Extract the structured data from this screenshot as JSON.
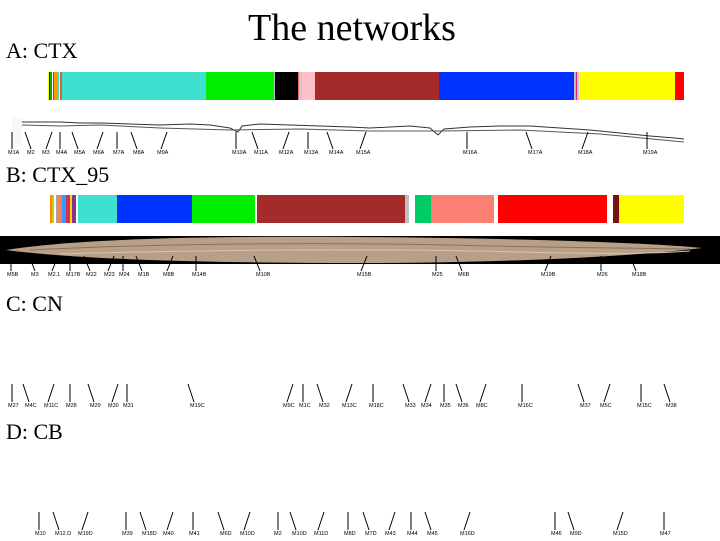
{
  "title": "The networks",
  "sections": [
    {
      "id": "A",
      "label": "A: CTX",
      "segments": [
        [
          "#ffffff",
          2
        ],
        [
          "#ffff00",
          1
        ],
        [
          "#1a1aa0",
          1
        ],
        [
          "#00aa00",
          1
        ],
        [
          "#ffffff",
          1
        ],
        [
          "#3a60d0",
          1
        ],
        [
          "#ff9900",
          4
        ],
        [
          "#40e0d0",
          1
        ],
        [
          "#ffffff",
          1
        ],
        [
          "#cc6633",
          1
        ],
        [
          "#40e0d0",
          130
        ],
        [
          "#00ee00",
          61
        ],
        [
          "#c0c0c0",
          1
        ],
        [
          "#000000",
          21
        ],
        [
          "#ff6666",
          1
        ],
        [
          "#c8c8c8",
          2
        ],
        [
          "#ffc0cb",
          12
        ],
        [
          "#a52a2a",
          112
        ],
        [
          "#0033ff",
          121
        ],
        [
          "#bbbbbb",
          2
        ],
        [
          "#dd2277",
          1
        ],
        [
          "#c8c8c8",
          2
        ],
        [
          "#ffff00",
          86
        ],
        [
          "#ff0000",
          8
        ]
      ],
      "modules": [
        "M1A",
        "M2",
        "M3",
        "M4A",
        "M5A",
        "M6A",
        "M7A",
        "M8A",
        "M9A",
        "M10A",
        "M11A",
        "M12A",
        "M13A",
        "M14A",
        "M15A",
        "M16A",
        "M17A",
        "M18A",
        "M19A"
      ]
    },
    {
      "id": "B",
      "label": "B: CTX_95",
      "segments": [
        [
          "#ffffff",
          2
        ],
        [
          "#ff8800",
          1
        ],
        [
          "#cccc00",
          1
        ],
        [
          "#ffffff",
          1
        ],
        [
          "#9aa7b0",
          1
        ],
        [
          "#ff7f50",
          2
        ],
        [
          "#3399ff",
          2
        ],
        [
          "#cc3366",
          2
        ],
        [
          "#ffd700",
          1
        ],
        [
          "#883388",
          2
        ],
        [
          "#ffffff",
          1
        ],
        [
          "#40e0d0",
          20
        ],
        [
          "#0033ff",
          38
        ],
        [
          "#00ee00",
          32
        ],
        [
          "#ffffff",
          1
        ],
        [
          "#a52a2a",
          75
        ],
        [
          "#c0c0c0",
          2
        ],
        [
          "#ffffff",
          3
        ],
        [
          "#00cc66",
          8
        ],
        [
          "#fa8072",
          32
        ],
        [
          "#ffffff",
          2
        ],
        [
          "#ff0000",
          55
        ],
        [
          "#ffffff",
          3
        ],
        [
          "#7a1010",
          3
        ],
        [
          "#ffff00",
          33
        ]
      ],
      "modules": [
        "M5B",
        "M3",
        "M2.1",
        "M17B",
        "M22",
        "M23",
        "M24",
        "M1B",
        "M8B",
        "M14B",
        "M10B",
        "M15B",
        "M25",
        "M6B",
        "M19B",
        "M26",
        "M18B"
      ]
    },
    {
      "id": "C",
      "label": "C: CN",
      "segments": [],
      "modules": [
        "M27",
        "M4C",
        "M11C",
        "M28",
        "M29",
        "M30",
        "M31",
        "M19C",
        "M9C",
        "M1C",
        "M32",
        "M13C",
        "M18C",
        "M33",
        "M34",
        "M35",
        "M36",
        "M8C",
        "M16C",
        "M37",
        "M5C",
        "M15C",
        "M38"
      ]
    },
    {
      "id": "D",
      "label": "D: CB",
      "segments": [],
      "modules": [
        "M10",
        "M12.D",
        "M19D",
        "M39",
        "M18D",
        "M40",
        "M41",
        "M6D",
        "M10D",
        "M2",
        "M10D",
        "M11D",
        "M8D",
        "M7D",
        "M43",
        "M44",
        "M45",
        "M16D",
        "M46",
        "M9D",
        "M15D",
        "M47"
      ]
    }
  ]
}
